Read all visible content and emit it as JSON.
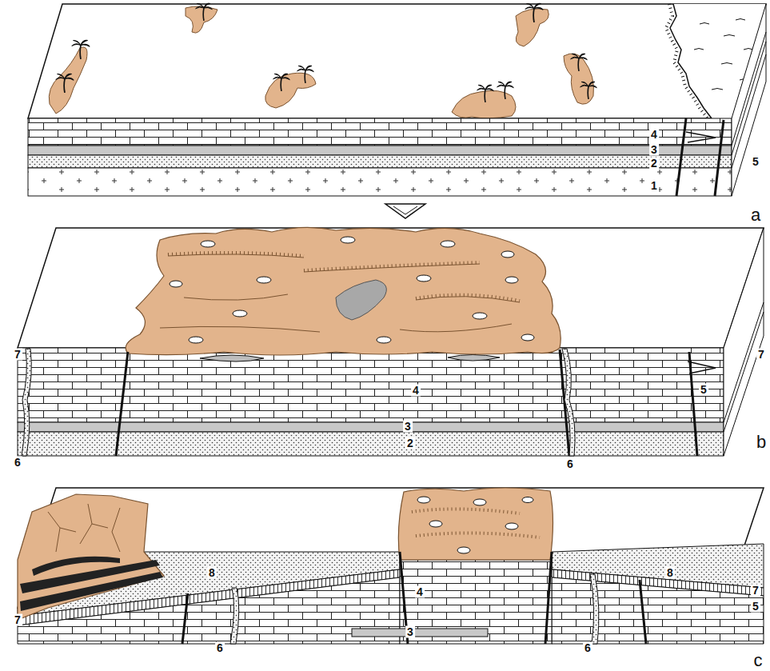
{
  "diagram": {
    "labels": [
      "4",
      "3",
      "5",
      "2",
      "1",
      "a",
      "7",
      "7",
      "4",
      "5",
      "3",
      "2",
      "6",
      "6",
      "b",
      "8",
      "4",
      "8",
      "7",
      "7",
      "5",
      "3",
      "6",
      "6",
      "c"
    ]
  }
}
